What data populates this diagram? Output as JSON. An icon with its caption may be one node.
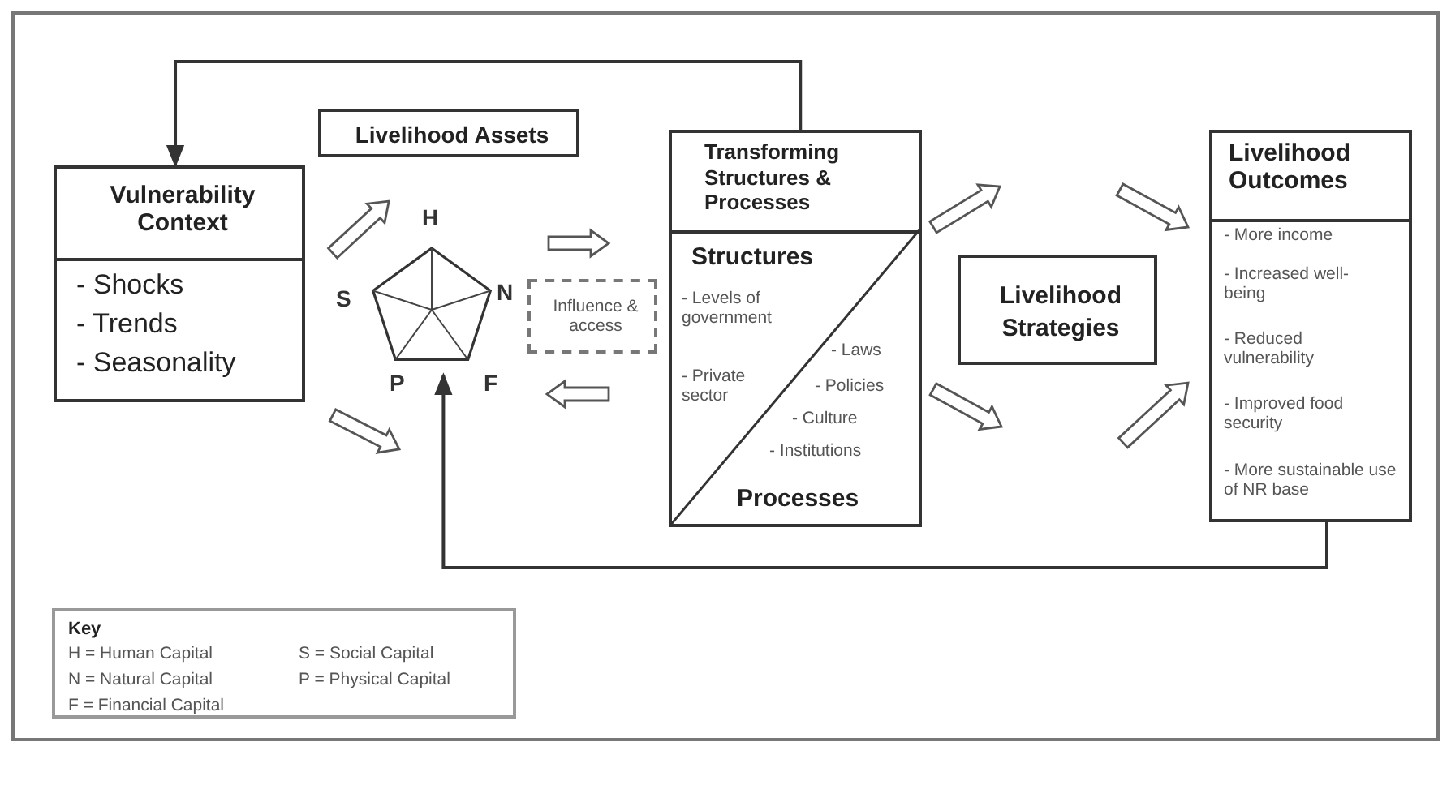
{
  "diagram": {
    "nodes": [
      {
        "text": [
          "Vulnerability Context",
          "- Shocks",
          "- Trends",
          "- Seasonality"
        ]
      },
      {
        "text": [
          "Livelihood Assets"
        ]
      },
      {
        "text": [],
        "shape": "pentagon",
        "beside": [
          "H",
          "S",
          "N",
          "P",
          "F"
        ]
      },
      {
        "text": [
          "Influence & access"
        ]
      },
      {
        "text": [
          "Transforming Structures & Processes",
          "Structures",
          "- Levels of government",
          "- Private sector",
          "- Laws",
          "- Policies",
          "- Culture",
          "- Institutions",
          "Processes"
        ]
      },
      {
        "text": [
          "Livelihood Strategies"
        ]
      },
      {
        "text": [
          "Livelihood Outcomes",
          "- More income",
          "- Increased well-being",
          "- Reduced vulnerability",
          "- Improved food security",
          "- More sustainable use of NR base"
        ]
      },
      {
        "text": [
          "Key",
          "H = Human Capital",
          "N = Natural Capital",
          "F = Financial Capital",
          "S = Social Capital",
          "P = Physical Capital"
        ]
      }
    ],
    "edges": [
      {
        "from": 4,
        "to": 0,
        "arrow": "to"
      },
      {
        "from": 6,
        "to": 2,
        "arrow": "to"
      },
      {
        "from": 0,
        "to": 2,
        "arrow": "to",
        "style": "thick"
      },
      {
        "from": 0,
        "to": null,
        "arrow": "to",
        "style": "thick"
      },
      {
        "from": 2,
        "to": 4,
        "arrow": "to",
        "style": "thick"
      },
      {
        "from": 4,
        "to": 2,
        "arrow": "to",
        "style": "thick"
      },
      {
        "from": 4,
        "to": 5,
        "arrow": "to",
        "style": "thick"
      },
      {
        "from": 4,
        "to": 5,
        "arrow": "to",
        "style": "thick"
      },
      {
        "from": 5,
        "to": 6,
        "arrow": "to",
        "style": "thick"
      },
      {
        "from": 5,
        "to": 6,
        "arrow": "to",
        "style": "thick"
      }
    ]
  }
}
